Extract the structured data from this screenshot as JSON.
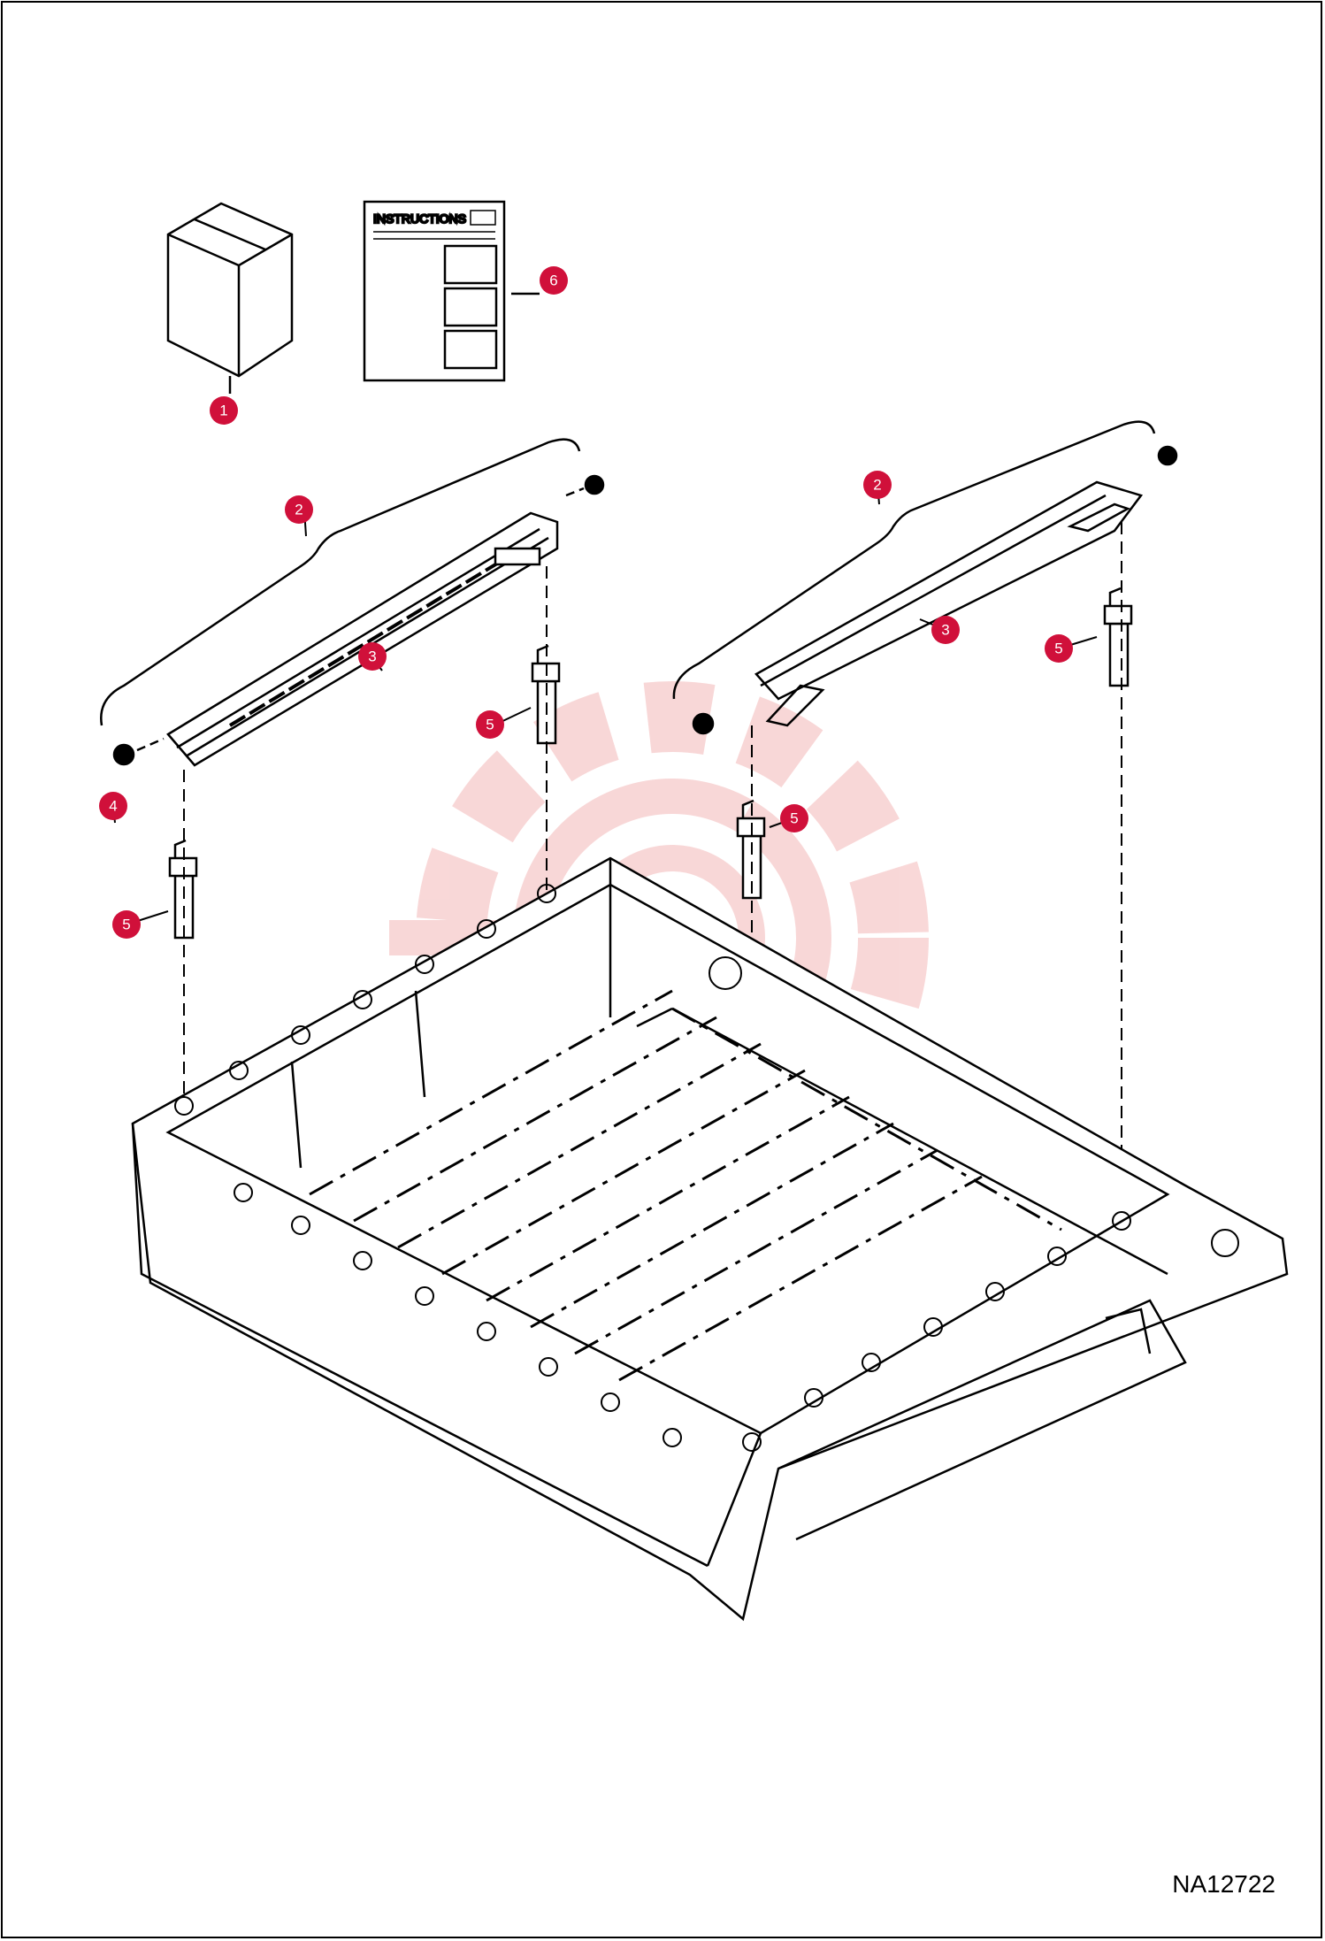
{
  "diagram": {
    "drawing_code": "NA12722",
    "instructions_label": "INSTRUCTIONS",
    "callouts": [
      {
        "id": "c1",
        "label": "1"
      },
      {
        "id": "c6",
        "label": "6"
      },
      {
        "id": "c2a",
        "label": "2"
      },
      {
        "id": "c3a",
        "label": "3"
      },
      {
        "id": "c5a",
        "label": "5"
      },
      {
        "id": "c4",
        "label": "4"
      },
      {
        "id": "c5b",
        "label": "5"
      },
      {
        "id": "c2b",
        "label": "2"
      },
      {
        "id": "c3b",
        "label": "3"
      },
      {
        "id": "c5c",
        "label": "5"
      },
      {
        "id": "c5d",
        "label": "5"
      }
    ],
    "colors": {
      "callout": "#d0103a",
      "line": "#000000",
      "watermark": "#f6c9c9"
    }
  }
}
